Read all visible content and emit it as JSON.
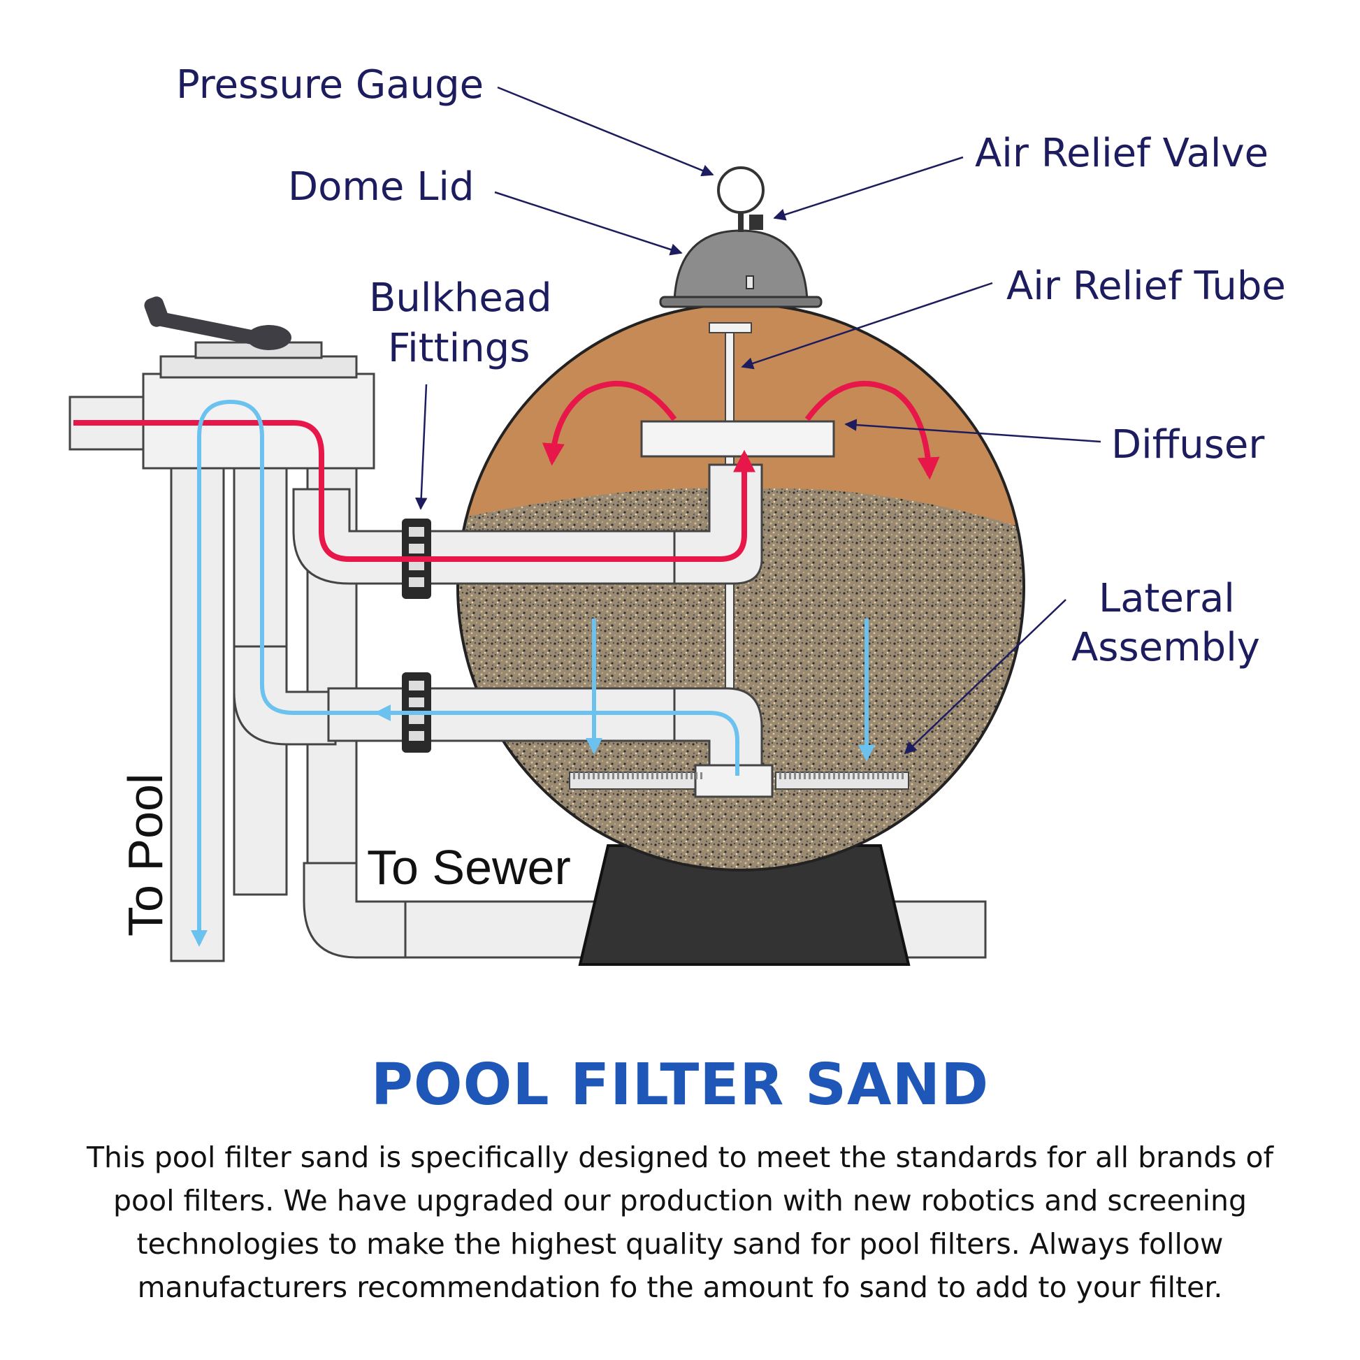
{
  "labels": {
    "pressure_gauge": "Pressure Gauge",
    "air_relief_valve": "Air Relief Valve",
    "dome_lid": "Dome Lid",
    "air_relief_tube": "Air Relief Tube",
    "bulkhead_line1": "Bulkhead",
    "bulkhead_line2": "Fittings",
    "diffuser": "Diffuser",
    "lateral_line1": "Lateral",
    "lateral_line2": "Assembly",
    "to_pool": "To Pool",
    "to_sewer": "To Sewer"
  },
  "title": "POOL FILTER SAND",
  "description": "This pool filter sand is specifically designed to meet the standards for all brands of pool filters. We have upgraded our production with new robotics and screening technologies to make the highest quality sand for pool filters.  Always follow manufacturers recommendation fo the amount fo sand to add to your filter.",
  "colors": {
    "label_text": "#1c1c5e",
    "title": "#1f57b8",
    "tank_upper": "#c68a57",
    "sand": "#8a7a62",
    "inflow_arrow": "#e8174a",
    "outflow_arrow": "#6cc2ef",
    "pipe": "#eeeeee",
    "base": "#333333"
  }
}
